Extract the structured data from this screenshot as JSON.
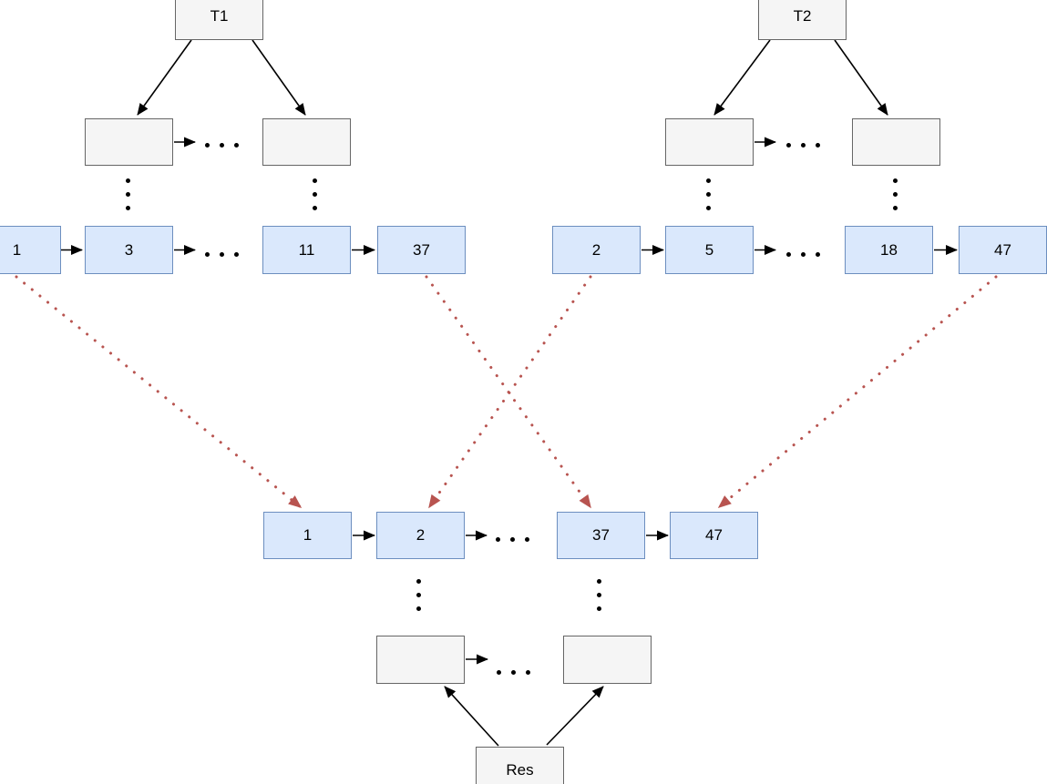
{
  "palette": {
    "list_node_fill": "#dae8fc",
    "list_node_border": "#6c8ebf",
    "tree_node_fill": "#f5f5f5",
    "tree_node_border": "#666666",
    "merge_arrow_color": "#b85450",
    "edge_color": "#000000"
  },
  "t1": {
    "label": "T1",
    "leaf_values": [
      "1",
      "3",
      "11",
      "37"
    ]
  },
  "t2": {
    "label": "T2",
    "leaf_values": [
      "2",
      "5",
      "18",
      "47"
    ]
  },
  "merged_list": {
    "values": [
      "1",
      "2",
      "37",
      "47"
    ]
  },
  "res": {
    "label": "Res"
  }
}
